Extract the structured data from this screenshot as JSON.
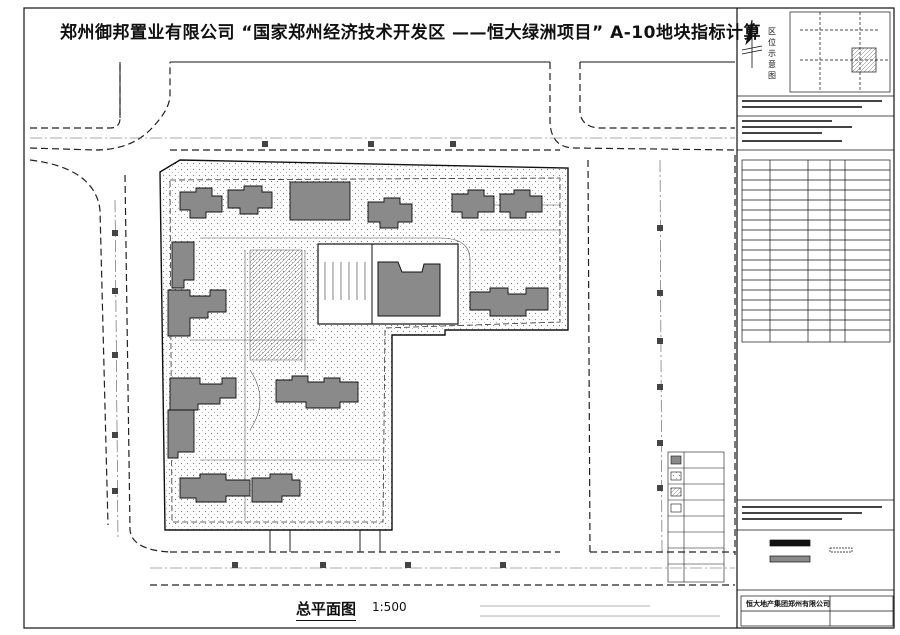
{
  "sheet": {
    "title": "郑州御邦置业有限公司  “国家郑州经济技术开发区  ——恒大绿洲项目” A-10地块指标计算",
    "plan_title": "总平面图",
    "plan_scale": "1:500"
  },
  "titleblock": {
    "location_chars": [
      "区",
      "位",
      "示",
      "意",
      "图"
    ],
    "company_bar": "恒大地产集团郑州有限公司"
  },
  "colors": {
    "building_fill": "#8a8a8a",
    "line": "#111111",
    "dashed_road": "#222222",
    "paper": "#ffffff"
  }
}
